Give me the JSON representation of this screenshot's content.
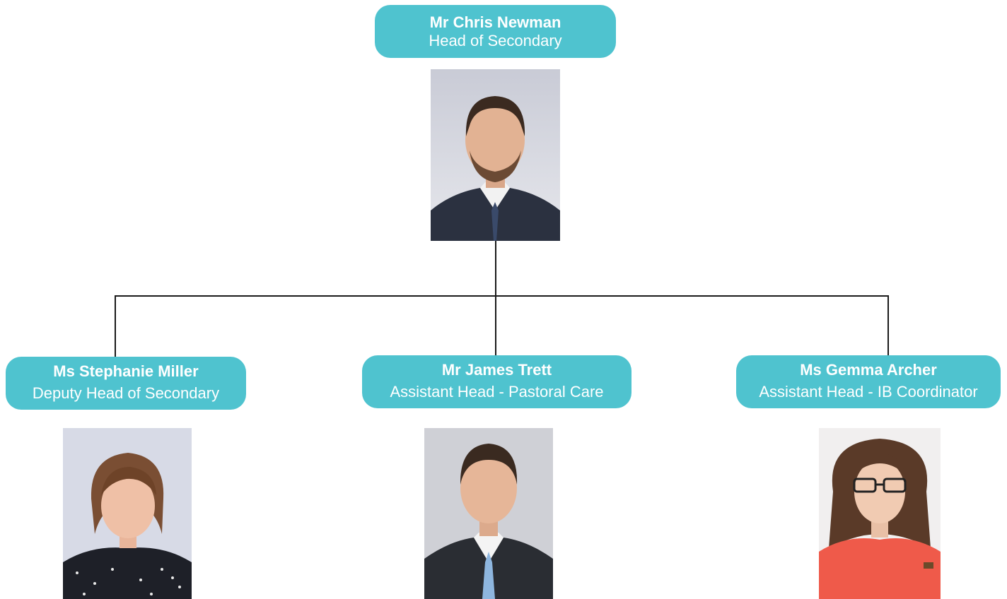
{
  "head": {
    "name": "Mr Chris Newman",
    "role": "Head of Secondary"
  },
  "reports": [
    {
      "name": "Ms Stephanie Miller",
      "role": "Deputy Head of Secondary"
    },
    {
      "name": "Mr James Trett",
      "role": "Assistant Head - Pastoral Care"
    },
    {
      "name": "Ms Gemma Archer",
      "role": "Assistant Head - IB Coordinator"
    }
  ],
  "colors": {
    "box": "#4fc3cf",
    "line": "#1a1a1a"
  }
}
